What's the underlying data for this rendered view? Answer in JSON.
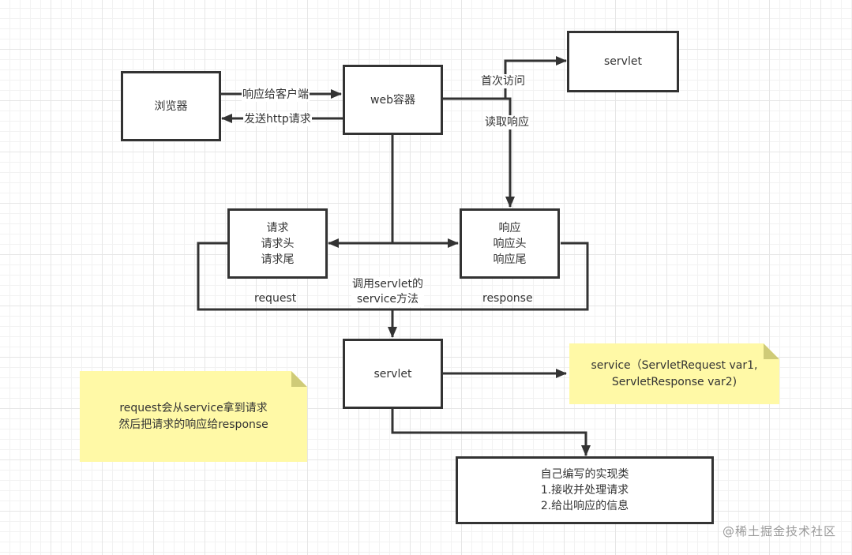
{
  "nodes": {
    "browser": "浏览器",
    "web_container": "web容器",
    "servlet_top": "servlet",
    "request_box": "请求\n请求头\n请求尾",
    "response_box": "响应\n响应头\n响应尾",
    "servlet_main": "servlet",
    "impl_class": "自己编写的实现类\n1.接收并处理请求\n2.给出响应的信息"
  },
  "edge_labels": {
    "respond_to_client": "响应给客户端",
    "send_http_request": "发送http请求",
    "first_access": "首次访问",
    "read_response": "读取响应",
    "request": "request",
    "response": "response",
    "call_service": "调用servlet的\nservice方法"
  },
  "notes": {
    "service_signature": "service（ServletRequest var1,\nServletResponse var2)",
    "request_explanation": "request会从service拿到请求\n然后把请求的响应给response"
  },
  "watermark": "@稀土掘金技术社区",
  "colors": {
    "stroke": "#333333",
    "note_fill": "#fff9a6",
    "note_fold": "#cfcb78",
    "grid": "#e6e6e6"
  }
}
